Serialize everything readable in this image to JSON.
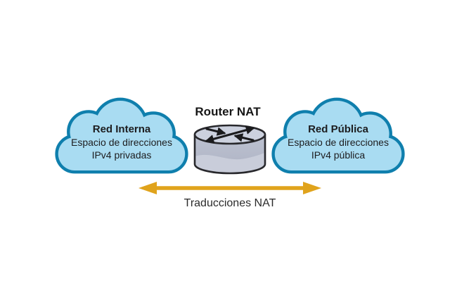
{
  "diagram": {
    "router_label": "Router NAT",
    "internal_cloud": {
      "title": "Red Interna",
      "line1": "Espacio de direcciones",
      "line2": "IPv4 privadas"
    },
    "public_cloud": {
      "title": "Red Pública",
      "line1": "Espacio de direcciones",
      "line2": "IPv4 pública"
    },
    "arrow_label": "Traducciones NAT",
    "icons": {
      "internal_cloud": "cloud-icon",
      "public_cloud": "cloud-icon",
      "router": "router-cylinder-icon",
      "translations": "double-headed-arrow-icon"
    },
    "colors": {
      "background": "#FFFFFF",
      "cloud_fill": "#A9DCF2",
      "cloud_border": "#0F7FAD",
      "router_top": "#CCD1DE",
      "router_body": "#B3B8C8",
      "router_wave": "#C9CDDA",
      "router_outline": "#28282C",
      "router_arrows": "#1B1B1D",
      "translation_arrow": "#E0A31C",
      "text": "#1D1D1F"
    }
  }
}
